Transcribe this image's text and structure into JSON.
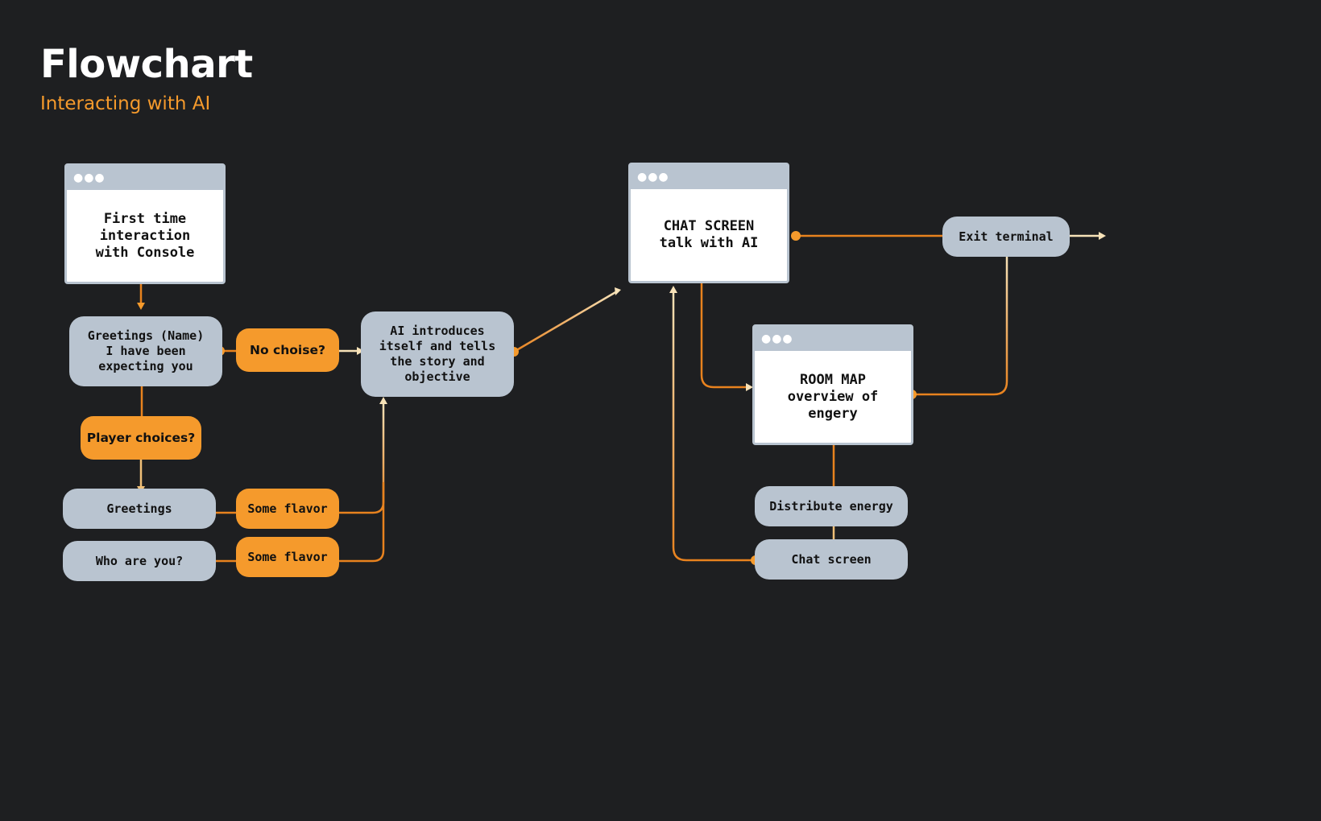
{
  "header": {
    "title": "Flowchart",
    "subtitle": "Interacting with AI"
  },
  "windows": {
    "first_time": {
      "text": "First time\ninteraction\nwith Console"
    },
    "chat_screen": {
      "text": "CHAT SCREEN\ntalk with AI"
    },
    "room_map": {
      "text": "ROOM MAP\noverview of\nengery"
    }
  },
  "nodes": {
    "greetings_name": "Greetings (Name)\nI have been\nexpecting you",
    "no_choise": "No choise?",
    "ai_introduces": "AI introduces\nitself and tells\nthe story and\nobjective",
    "player_choices": "Player choices?",
    "greetings": "Greetings",
    "who_are_you": "Who are you?",
    "some_flavor_1": "Some flavor",
    "some_flavor_2": "Some flavor",
    "exit_terminal": "Exit terminal",
    "distribute_energy": "Distribute energy",
    "chat_screen_btn": "Chat screen"
  },
  "colors": {
    "background": "#1e1f21",
    "accent": "#f59a2c",
    "wire": "#e8821e",
    "node_gray": "#b9c4d0",
    "arrow_light": "#f7e2b8"
  },
  "window_dots": "●●●"
}
